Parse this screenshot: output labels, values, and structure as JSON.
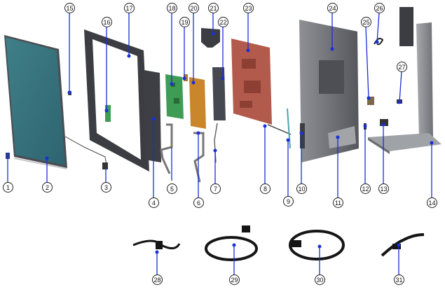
{
  "callouts": [
    "1",
    "2",
    "3",
    "4",
    "5",
    "6",
    "7",
    "8",
    "9",
    "10",
    "11",
    "12",
    "13",
    "14",
    "15",
    "16",
    "17",
    "18",
    "19",
    "20",
    "21",
    "22",
    "23",
    "24",
    "25",
    "26",
    "27",
    "28",
    "29",
    "30",
    "31"
  ],
  "colors": {
    "leader": "#1a2fd6",
    "panel": "#3f7f88",
    "bezel": "#3b3d42",
    "pcb_green": "#3f9c54",
    "pcb_orange": "#c9862a",
    "shield_red": "#b25a4c",
    "cover_gray": "#6c6e74",
    "stand_gray": "#8a8d92",
    "cable": "#151515"
  }
}
